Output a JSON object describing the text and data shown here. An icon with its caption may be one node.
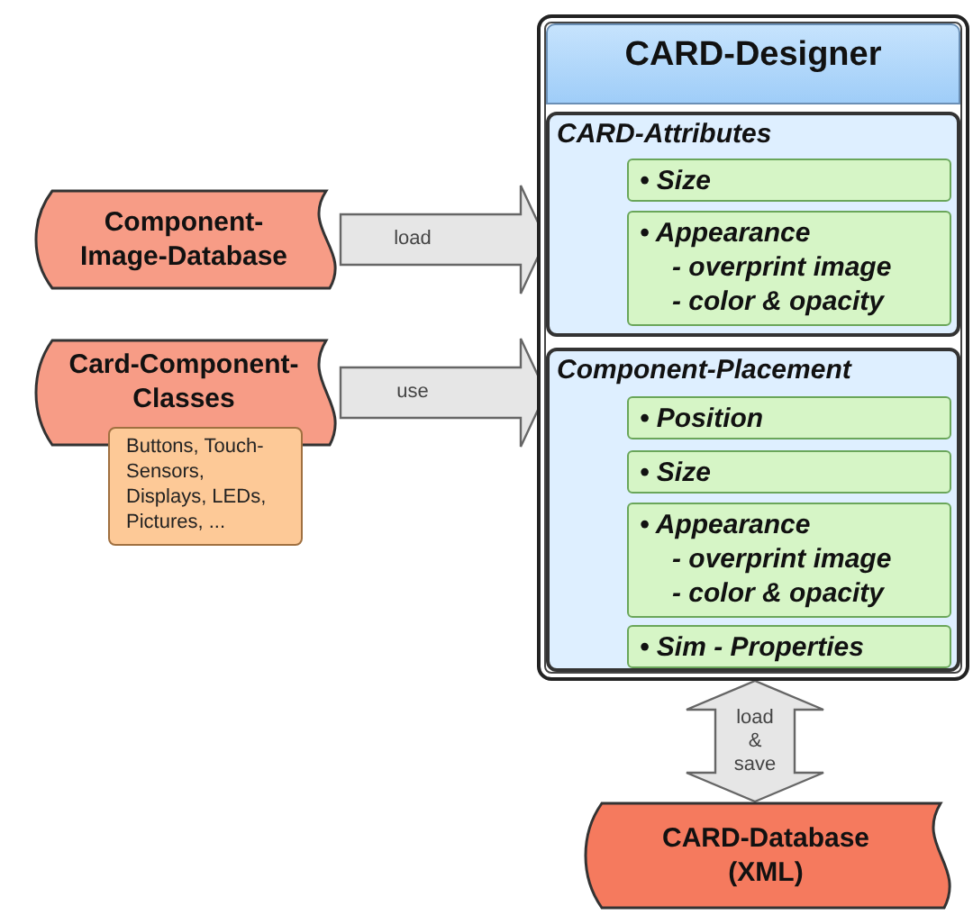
{
  "diagram": {
    "nodes": [
      {
        "text": [
          "CARD-Designer"
        ]
      },
      {
        "text": [
          "CARD-Attributes"
        ],
        "in": 0
      },
      {
        "text": [
          "• Size"
        ],
        "in": 1
      },
      {
        "text": [
          "• Appearance",
          "- overprint image",
          "- color & opacity"
        ],
        "in": 1
      },
      {
        "text": [
          "Component-Placement"
        ],
        "in": 0
      },
      {
        "text": [
          "• Position"
        ],
        "in": 4
      },
      {
        "text": [
          "• Size"
        ],
        "in": 4
      },
      {
        "text": [
          "• Appearance",
          "- overprint image",
          "- color & opacity"
        ],
        "in": 4
      },
      {
        "text": [
          "• Sim - Properties"
        ],
        "in": 4
      },
      {
        "text": [
          "Component-Image-Database"
        ]
      },
      {
        "text": [
          "Card-Component-Classes"
        ]
      },
      {
        "text": [
          "Buttons, Touch-Sensors, Displays, LEDs, Pictures, ..."
        ]
      },
      {
        "text": [
          "CARD-Database (XML)"
        ]
      }
    ],
    "edges": [
      {
        "from": 9,
        "to": 1,
        "arrow": "to",
        "label": "load"
      },
      {
        "from": 10,
        "to": 4,
        "arrow": "to",
        "label": "use"
      },
      {
        "from": 12,
        "to": 0,
        "arrow": "both",
        "label": "load & save"
      }
    ]
  }
}
